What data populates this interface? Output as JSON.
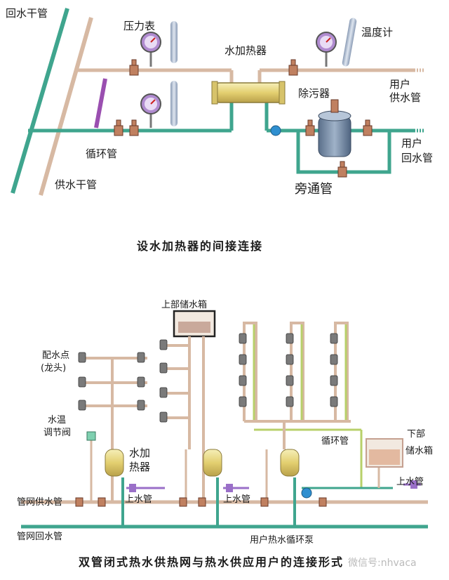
{
  "top_diagram": {
    "caption": "设水加热器的间接连接",
    "labels": {
      "return_main": "回水干管",
      "pressure_gauge": "压力表",
      "water_heater": "水加热器",
      "thermometer": "温度计",
      "user_supply_1": "用户",
      "user_supply_2": "供水管",
      "dirt_separator": "除污器",
      "circulation_pipe": "循环管",
      "user_return_1": "用户",
      "user_return_2": "回水管",
      "supply_main": "供水干管",
      "bypass_pipe": "旁通管"
    }
  },
  "bottom_diagram": {
    "caption": "双管闭式热水供热网与热水供应用户的连接形式",
    "labels": {
      "upper_tank": "上部储水箱",
      "outlet_1": "配水点",
      "outlet_2": "(龙头)",
      "temp_valve_1": "水温",
      "temp_valve_2": "调节阀",
      "heater_1": "水加",
      "heater_2": "热器",
      "circulation_pipe": "循环管",
      "lower_tank_1": "下部",
      "lower_tank_2": "储水箱",
      "makeup_water_a": "上水管",
      "makeup_water_b": "上水管",
      "makeup_water_c": "上水管",
      "net_supply": "管网供水管",
      "net_return": "管网回水管",
      "circ_pump": "用户热水循环泵"
    }
  },
  "watermark": "微信号:nhvaca",
  "colors": {
    "hot_pipe": "#d7b9a3",
    "return_pipe": "#3fa58e",
    "circ_pipe": "#b8d06a",
    "heater": "#e8d880",
    "gauge_face": "#b08bd0",
    "valve": "#c08060"
  }
}
